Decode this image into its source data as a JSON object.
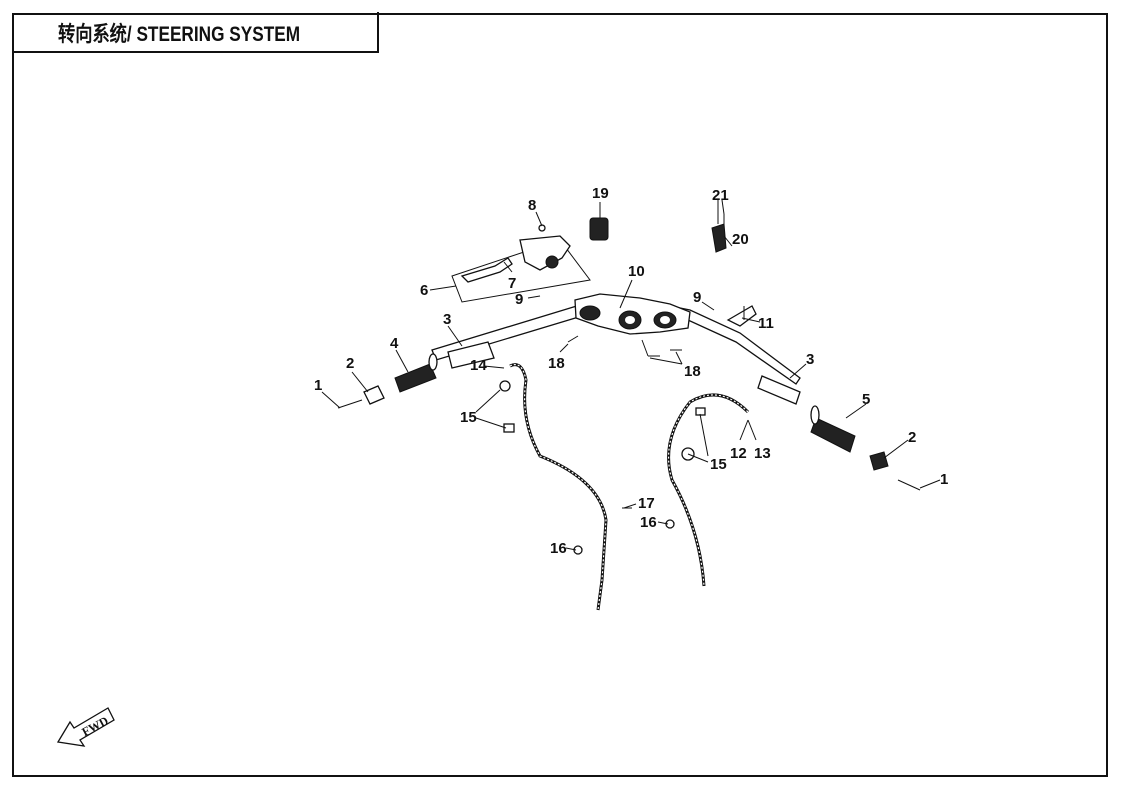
{
  "title": "转向系统/ STEERING SYSTEM",
  "fwd_label": "FWD",
  "callouts": [
    {
      "id": "c1a",
      "text": "1"
    },
    {
      "id": "c1b",
      "text": "1"
    },
    {
      "id": "c2a",
      "text": "2"
    },
    {
      "id": "c2b",
      "text": "2"
    },
    {
      "id": "c3a",
      "text": "3"
    },
    {
      "id": "c3b",
      "text": "3"
    },
    {
      "id": "c4",
      "text": "4"
    },
    {
      "id": "c5",
      "text": "5"
    },
    {
      "id": "c6",
      "text": "6"
    },
    {
      "id": "c7",
      "text": "7"
    },
    {
      "id": "c8",
      "text": "8"
    },
    {
      "id": "c9a",
      "text": "9"
    },
    {
      "id": "c9b",
      "text": "9"
    },
    {
      "id": "c10",
      "text": "10"
    },
    {
      "id": "c11",
      "text": "11"
    },
    {
      "id": "c12",
      "text": "12"
    },
    {
      "id": "c13",
      "text": "13"
    },
    {
      "id": "c14",
      "text": "14"
    },
    {
      "id": "c15a",
      "text": "15"
    },
    {
      "id": "c15b",
      "text": "15"
    },
    {
      "id": "c16a",
      "text": "16"
    },
    {
      "id": "c16b",
      "text": "16"
    },
    {
      "id": "c17",
      "text": "17"
    },
    {
      "id": "c18a",
      "text": "18"
    },
    {
      "id": "c18b",
      "text": "18"
    },
    {
      "id": "c19",
      "text": "19"
    },
    {
      "id": "c20",
      "text": "20"
    },
    {
      "id": "c21",
      "text": "21"
    }
  ]
}
